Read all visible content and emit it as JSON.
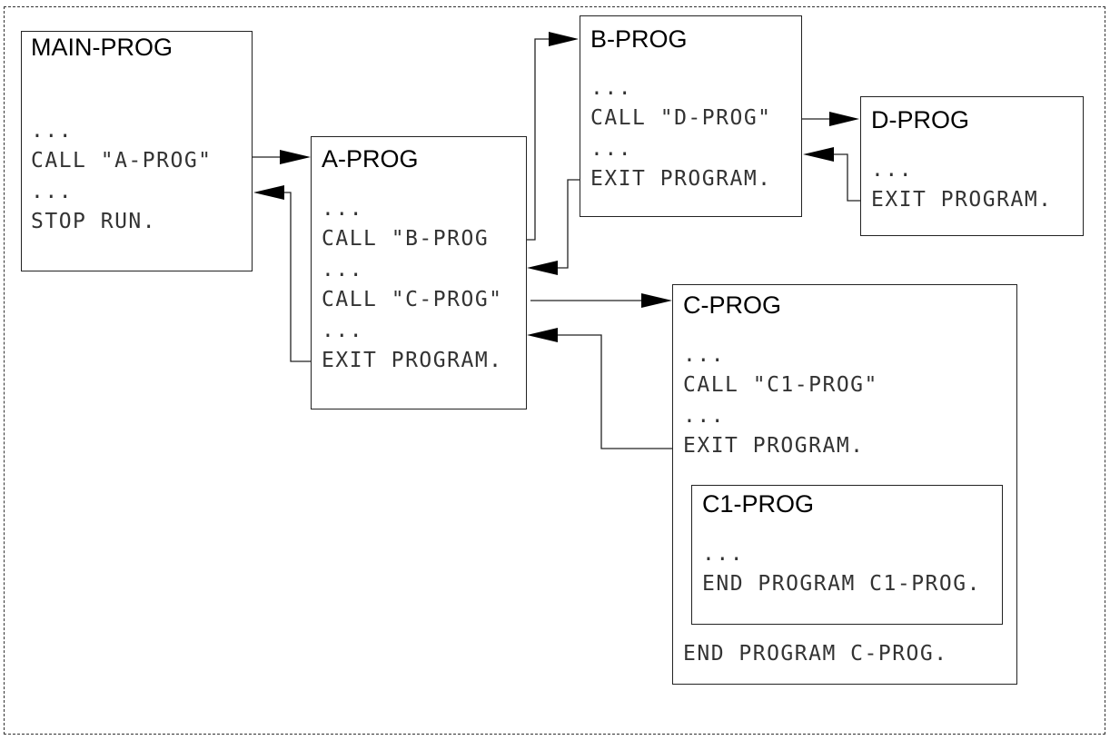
{
  "programs": {
    "main": {
      "title": "MAIN-PROG",
      "lines": [
        "...",
        "CALL \"A-PROG\"",
        "...",
        "STOP RUN."
      ]
    },
    "a": {
      "title": "A-PROG",
      "lines": [
        "...",
        "CALL \"B-PROG",
        "...",
        "CALL \"C-PROG\"",
        "...",
        "EXIT PROGRAM."
      ]
    },
    "b": {
      "title": "B-PROG",
      "lines": [
        "...",
        "CALL \"D-PROG\"",
        "...",
        "EXIT PROGRAM."
      ]
    },
    "d": {
      "title": "D-PROG",
      "lines": [
        "...",
        "EXIT PROGRAM."
      ]
    },
    "c": {
      "title": "C-PROG",
      "lines": [
        "...",
        "CALL \"C1-PROG\"",
        "...",
        "EXIT PROGRAM."
      ],
      "end": "END PROGRAM C-PROG."
    },
    "c1": {
      "title": "C1-PROG",
      "lines": [
        "...",
        "END PROGRAM C1-PROG."
      ]
    }
  },
  "colors": {
    "line": "#222222",
    "arrowhead": "#000000",
    "text": "#333333"
  }
}
